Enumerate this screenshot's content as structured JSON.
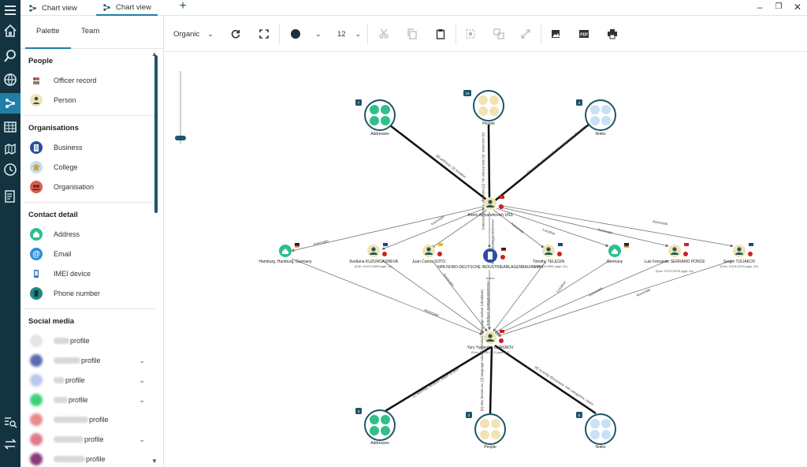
{
  "tabs": [
    {
      "label": "Chart view"
    },
    {
      "label": "Chart view"
    }
  ],
  "sidebar": {
    "tabs": {
      "palette": "Palette",
      "team": "Team"
    },
    "sections": {
      "people": {
        "title": "People",
        "items": [
          "Officer record",
          "Person"
        ]
      },
      "organisations": {
        "title": "Organisations",
        "items": [
          "Business",
          "College",
          "Organisation"
        ]
      },
      "contact": {
        "title": "Contact detail",
        "items": [
          "Address",
          "Email",
          "IMEI device",
          "Phone number"
        ]
      },
      "social": {
        "title": "Social media",
        "items": [
          "profile",
          "profile",
          "profile",
          "profile",
          "profile",
          "profile",
          "profile"
        ]
      }
    }
  },
  "toolbar": {
    "layout": "Organic",
    "font_size": "12"
  },
  "chart": {
    "nodes": {
      "addr_top": {
        "label": "Addresses",
        "badge": "7"
      },
      "people_top": {
        "label": "People",
        "badge": "10"
      },
      "notes_top": {
        "label": "Notes",
        "badge": "4"
      },
      "artem": {
        "label": "Artem Alexandrovich USS"
      },
      "hamburg": {
        "label": "Hamburg, Hamburg, Germany"
      },
      "svetlana": {
        "label": "Svetlana KUZURGASHEVA",
        "sub": "(Dob: 01/01/1989 (age: 34)"
      },
      "juan": {
        "label": "Juan Carlos SOTO"
      },
      "npo": {
        "label": "NPA NORD-DEUTSCHE INDUSTRIEANLAGENBAU GMBH",
        "sub": "Active"
      },
      "timothy": {
        "label": "Timothy TELEGIN",
        "sub": "(Dob: 01/01/1982 (age: 41)"
      },
      "germany": {
        "label": "Germany"
      },
      "luis": {
        "label": "Luis Fernando SERRANO PONCE",
        "sub": "(Dob: 07/07/1978 (age: 44)"
      },
      "sergei": {
        "label": "Sergei TULIAKOV",
        "sub": "(Dob: 01/01/1979 (age: 54)"
      },
      "yury": {
        "label": "Yury Yuryevich CHASNOV",
        "sub": "(Dob: 05/05/1974 (age: 48)"
      },
      "addr_bot": {
        "label": "Addresses",
        "badge": "4"
      },
      "people_bot": {
        "label": "People",
        "badge": "2"
      },
      "notes_bot": {
        "label": "Notes",
        "badge": "6"
      }
    },
    "edge_labels": {
      "addr_top": "[8] address, [2] location",
      "people_top": "[4] associate, [4] also known as, [2] language variant (russian)",
      "notes_top": "[3] recently discussed, risk categories, disasters, alias notes",
      "assoc": "Associate",
      "associated_company": "Associate/affiliated company",
      "location": "Location",
      "addr_bot": "[2] address, location, place of birth",
      "people_bot": "[6] also known as, [2] language variant (russian), language variant (ukrainian)",
      "notes_bot": "[4] recently discussed, risk categories, notes"
    }
  }
}
